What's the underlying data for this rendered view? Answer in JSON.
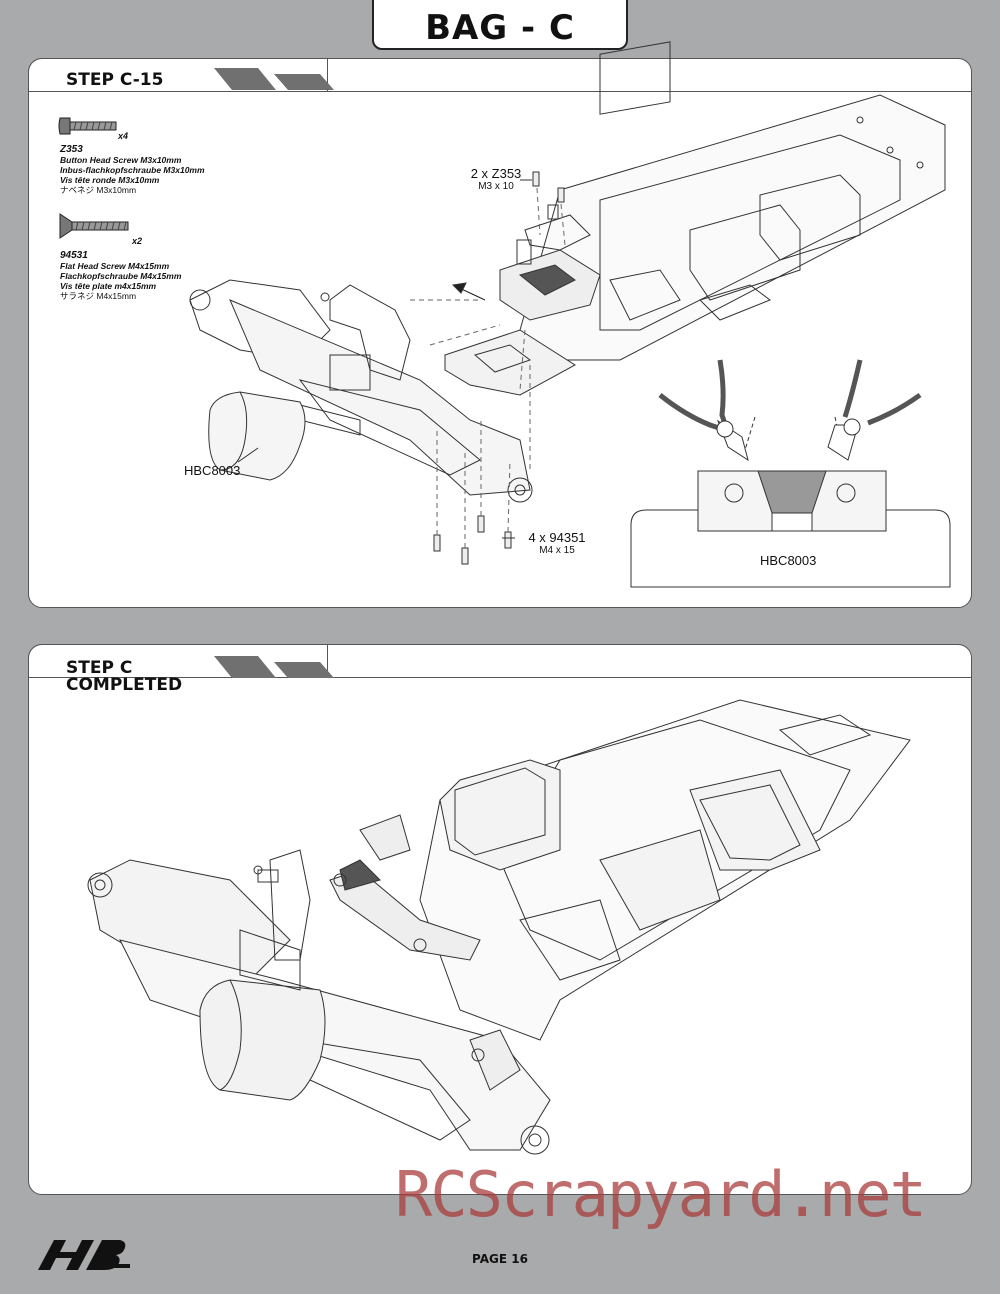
{
  "header": {
    "bag_title": "BAG - C"
  },
  "step1": {
    "title": "STEP C-15",
    "parts": [
      {
        "qty": "x4",
        "number": "Z353",
        "lines": [
          "Button Head Screw M3x10mm",
          "Inbus-flachkopfschraube M3x10mm",
          "Vis tête ronde M3x10mm",
          "ナベネジ M3x10mm"
        ]
      },
      {
        "qty": "x2",
        "number": "94531",
        "lines": [
          "Flat Head Screw M4x15mm",
          "Flachkopfschraube M4x15mm",
          "Vis tête plate m4x15mm",
          "サラネジ M4x15mm"
        ]
      }
    ],
    "callouts": {
      "upper_screw": {
        "main": "2 x Z353",
        "sub": "M3 x 10"
      },
      "lower_screw": {
        "main": "4 x 94351",
        "sub": "M4 x 15"
      }
    },
    "labels": {
      "body_part": "HBC8003",
      "detail_part": "HBC8003"
    }
  },
  "step2": {
    "title_line1": "STEP C",
    "title_line2": "COMPLETED"
  },
  "footer": {
    "page": "PAGE 16"
  },
  "watermark": "RCScrapyard.net",
  "colors": {
    "background": "#a9aaab",
    "panel": "#ffffff",
    "stripe": "#707070",
    "watermark": "#aa3c3c"
  }
}
